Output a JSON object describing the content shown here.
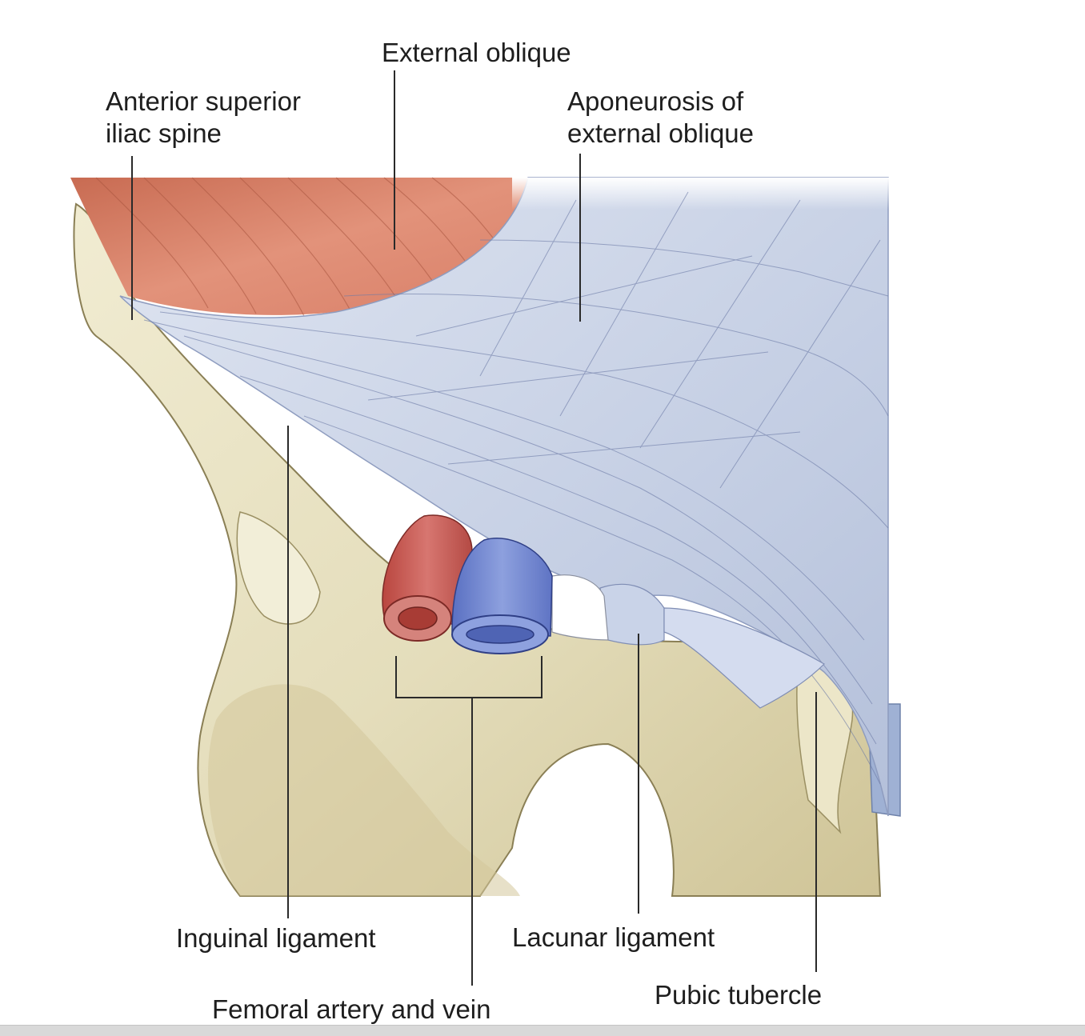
{
  "labels": {
    "external_oblique": "External oblique",
    "asis_line1": "Anterior superior",
    "asis_line2": "iliac spine",
    "aponeurosis_line1": "Aponeurosis of",
    "aponeurosis_line2": "external oblique",
    "inguinal_ligament": "Inguinal ligament",
    "lacunar_ligament": "Lacunar ligament",
    "pubic_tubercle": "Pubic tubercle",
    "femoral_vessels": "Femoral artery and vein"
  },
  "colors": {
    "bone": "#e6dfbf",
    "bone_shadow": "#c4b98c",
    "muscle": "#d9826a",
    "aponeurosis": "#cdd6e8",
    "artery": "#c95a55",
    "vein": "#6f86cf",
    "leader_line": "#2a2a2a"
  }
}
